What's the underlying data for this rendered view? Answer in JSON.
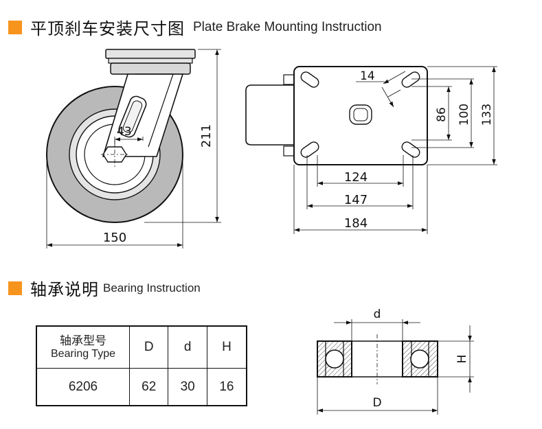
{
  "section1": {
    "title_cn": "平顶刹车安装尺寸图",
    "title_en": "Plate Brake Mounting Instruction"
  },
  "section2": {
    "title_cn": "轴承说明",
    "title_en": "Bearing Instruction"
  },
  "side_view": {
    "dim_height": "211",
    "dim_width": "150",
    "dim_offset": "43"
  },
  "plate_view": {
    "dim_hole": "14",
    "dim_86": "86",
    "dim_100": "100",
    "dim_133": "133",
    "dim_124": "124",
    "dim_147": "147",
    "dim_184": "184"
  },
  "bearing_diagram": {
    "label_inner": "d",
    "label_outer": "D",
    "label_height": "H"
  },
  "bearing_table": {
    "header_type_cn": "轴承型号",
    "header_type_en": "Bearing Type",
    "header_D": "D",
    "header_d": "d",
    "header_H": "H",
    "row": {
      "type": "6206",
      "D": "62",
      "d": "30",
      "H": "16"
    }
  },
  "colors": {
    "accent": "#f7941d",
    "wheel_gray": "#b9b9b9",
    "light_gray": "#e0e0e0"
  }
}
